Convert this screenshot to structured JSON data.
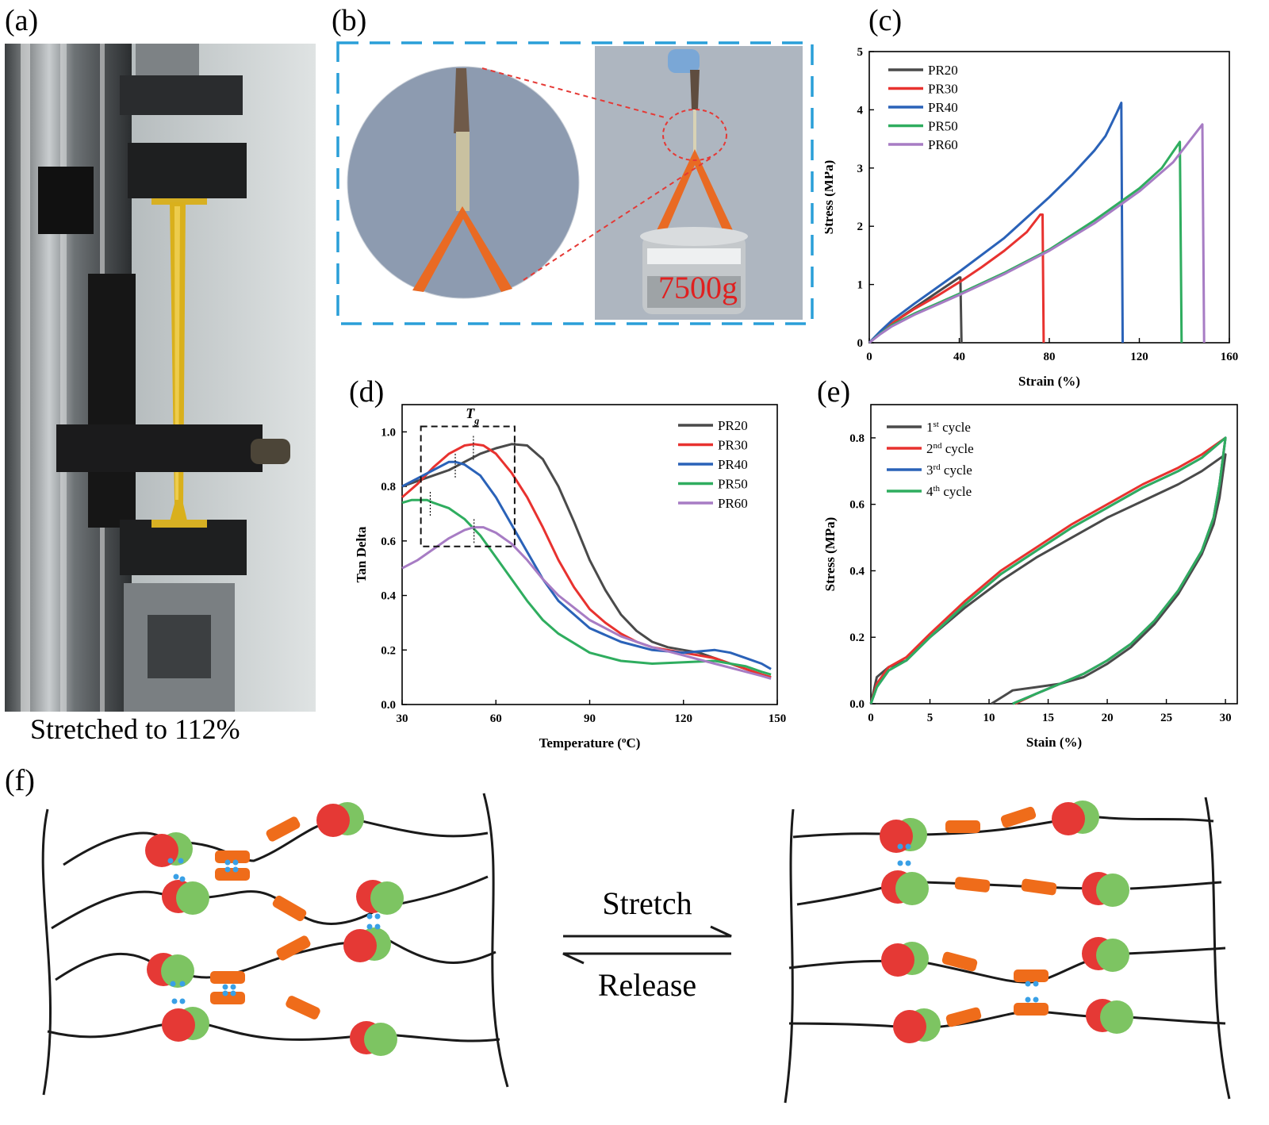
{
  "panels": {
    "a": "(a)",
    "b": "(b)",
    "c": "(c)",
    "d": "(d)",
    "e": "(e)",
    "f": "(f)"
  },
  "panel_a": {
    "caption": "Stretched to 112%"
  },
  "panel_b": {
    "weight_label": "7500g"
  },
  "panel_f": {
    "stretch_label": "Stretch",
    "release_label": "Release"
  },
  "colors": {
    "PR20": "#4a4a4a",
    "PR30": "#e8322f",
    "PR40": "#2a62b8",
    "PR50": "#2fad5f",
    "PR60": "#a77cc4",
    "chain": "#1a1a1a",
    "bead_red": "#e53935",
    "bead_green": "#7dc462",
    "link_orange": "#ef6c1a",
    "hbond_blue": "#39a0e6",
    "dashed_box": "#2a9fd8"
  },
  "chart_data": [
    {
      "id": "c",
      "type": "line",
      "xlabel": "Strain (%)",
      "ylabel": "Stress (MPa)",
      "xlim": [
        0,
        160
      ],
      "ylim": [
        0,
        5
      ],
      "xticks": [
        0,
        40,
        80,
        120,
        160
      ],
      "yticks": [
        0,
        1,
        2,
        3,
        4,
        5
      ],
      "legend": "top-left",
      "series": [
        {
          "name": "PR20",
          "x": [
            0,
            5,
            10,
            20,
            30,
            40,
            40.5,
            41
          ],
          "y": [
            0,
            0.18,
            0.33,
            0.6,
            0.86,
            1.12,
            1.12,
            0
          ]
        },
        {
          "name": "PR30",
          "x": [
            0,
            5,
            10,
            20,
            30,
            40,
            50,
            60,
            70,
            76,
            77,
            77.5
          ],
          "y": [
            0,
            0.18,
            0.33,
            0.58,
            0.8,
            1.04,
            1.3,
            1.58,
            1.9,
            2.2,
            2.2,
            0
          ]
        },
        {
          "name": "PR40",
          "x": [
            0,
            5,
            10,
            20,
            40,
            60,
            80,
            90,
            100,
            105,
            110,
            112,
            112.6
          ],
          "y": [
            0,
            0.2,
            0.38,
            0.67,
            1.22,
            1.8,
            2.5,
            2.88,
            3.3,
            3.55,
            3.95,
            4.12,
            0
          ]
        },
        {
          "name": "PR50",
          "x": [
            0,
            5,
            10,
            20,
            40,
            60,
            80,
            100,
            120,
            130,
            138,
            138.8
          ],
          "y": [
            0,
            0.16,
            0.3,
            0.5,
            0.84,
            1.2,
            1.6,
            2.1,
            2.65,
            3.0,
            3.45,
            0
          ]
        },
        {
          "name": "PR60",
          "x": [
            0,
            5,
            10,
            20,
            40,
            60,
            80,
            100,
            120,
            135,
            148,
            148.8
          ],
          "y": [
            0,
            0.15,
            0.28,
            0.48,
            0.82,
            1.18,
            1.58,
            2.05,
            2.6,
            3.1,
            3.75,
            0
          ]
        }
      ]
    },
    {
      "id": "d",
      "type": "line",
      "xlabel": "Temperature (°C)",
      "xlabel_prefix": "Temperature (",
      "xlabel_degree": "o",
      "xlabel_suffix": "C)",
      "ylabel": "Tan Delta",
      "xlim": [
        30,
        150
      ],
      "ylim": [
        0,
        1.1
      ],
      "xticks": [
        30,
        60,
        90,
        120,
        150
      ],
      "yticks": [
        0.0,
        0.2,
        0.4,
        0.6,
        0.8,
        1.0
      ],
      "legend": "top-right",
      "annotation": {
        "text": "T",
        "subscript": "g"
      },
      "series": [
        {
          "name": "PR20",
          "x": [
            30,
            35,
            40,
            45,
            50,
            55,
            60,
            65,
            70,
            75,
            80,
            85,
            90,
            95,
            100,
            105,
            110,
            115,
            120,
            125,
            130,
            135,
            140,
            145,
            148
          ],
          "y": [
            0.8,
            0.82,
            0.84,
            0.86,
            0.89,
            0.92,
            0.94,
            0.955,
            0.95,
            0.9,
            0.8,
            0.67,
            0.53,
            0.42,
            0.33,
            0.27,
            0.23,
            0.21,
            0.2,
            0.19,
            0.17,
            0.15,
            0.13,
            0.11,
            0.1
          ]
        },
        {
          "name": "PR30",
          "x": [
            30,
            35,
            40,
            45,
            50,
            53,
            56,
            60,
            65,
            70,
            75,
            80,
            85,
            90,
            95,
            100,
            105,
            110,
            115,
            120,
            125,
            130,
            135,
            140,
            145,
            148
          ],
          "y": [
            0.76,
            0.81,
            0.87,
            0.92,
            0.95,
            0.955,
            0.95,
            0.92,
            0.85,
            0.76,
            0.65,
            0.53,
            0.43,
            0.35,
            0.3,
            0.26,
            0.23,
            0.21,
            0.2,
            0.19,
            0.18,
            0.17,
            0.15,
            0.13,
            0.11,
            0.1
          ]
        },
        {
          "name": "PR40",
          "x": [
            30,
            35,
            40,
            45,
            47,
            50,
            55,
            60,
            65,
            70,
            75,
            80,
            90,
            100,
            110,
            120,
            130,
            135,
            140,
            145,
            148
          ],
          "y": [
            0.8,
            0.83,
            0.86,
            0.89,
            0.89,
            0.88,
            0.84,
            0.76,
            0.66,
            0.56,
            0.46,
            0.38,
            0.28,
            0.23,
            0.2,
            0.19,
            0.2,
            0.19,
            0.17,
            0.15,
            0.13
          ]
        },
        {
          "name": "PR50",
          "x": [
            30,
            33,
            35,
            38,
            40,
            45,
            50,
            55,
            60,
            65,
            70,
            75,
            80,
            90,
            100,
            110,
            120,
            130,
            135,
            140,
            145,
            148
          ],
          "y": [
            0.74,
            0.75,
            0.75,
            0.75,
            0.74,
            0.72,
            0.68,
            0.62,
            0.54,
            0.46,
            0.38,
            0.31,
            0.26,
            0.19,
            0.16,
            0.15,
            0.155,
            0.16,
            0.15,
            0.14,
            0.12,
            0.11
          ]
        },
        {
          "name": "PR60",
          "x": [
            30,
            35,
            40,
            45,
            50,
            53,
            56,
            60,
            65,
            70,
            75,
            80,
            90,
            100,
            110,
            120,
            130,
            140,
            145,
            148
          ],
          "y": [
            0.5,
            0.53,
            0.57,
            0.61,
            0.64,
            0.65,
            0.65,
            0.63,
            0.59,
            0.53,
            0.46,
            0.4,
            0.31,
            0.25,
            0.21,
            0.18,
            0.15,
            0.12,
            0.105,
            0.095
          ]
        }
      ]
    },
    {
      "id": "e",
      "type": "line",
      "xlabel": "Stain (%)",
      "ylabel": "Stress (MPa)",
      "xlim": [
        0,
        31
      ],
      "ylim": [
        0,
        0.9
      ],
      "xticks": [
        0,
        5,
        10,
        15,
        20,
        25,
        30
      ],
      "yticks": [
        0.0,
        0.2,
        0.4,
        0.6,
        0.8
      ],
      "legend": "top-left",
      "series": [
        {
          "name": "1st cycle",
          "base": "1",
          "sup": "st",
          "label_tail": " cycle",
          "x": [
            0,
            0.5,
            1.5,
            3,
            5,
            8,
            11,
            14,
            17,
            20,
            23,
            26,
            28,
            30,
            29.5,
            29,
            28,
            26,
            24,
            22,
            20,
            18,
            16,
            14,
            12,
            10.2
          ],
          "y": [
            0,
            0.08,
            0.11,
            0.13,
            0.2,
            0.29,
            0.37,
            0.44,
            0.5,
            0.56,
            0.61,
            0.66,
            0.7,
            0.75,
            0.62,
            0.54,
            0.45,
            0.33,
            0.24,
            0.17,
            0.12,
            0.08,
            0.06,
            0.05,
            0.04,
            0
          ]
        },
        {
          "name": "2nd cycle",
          "base": "2",
          "sup": "nd",
          "label_tail": " cycle",
          "x": [
            0,
            0.5,
            1.5,
            3,
            5,
            8,
            11,
            14,
            17,
            20,
            23,
            26,
            28,
            30,
            29.5,
            29,
            28,
            26,
            24,
            22,
            20,
            18,
            16,
            14,
            12.2
          ],
          "y": [
            0,
            0.06,
            0.11,
            0.14,
            0.21,
            0.31,
            0.4,
            0.47,
            0.54,
            0.6,
            0.66,
            0.71,
            0.75,
            0.8,
            0.66,
            0.56,
            0.46,
            0.34,
            0.25,
            0.18,
            0.13,
            0.09,
            0.06,
            0.03,
            0
          ]
        },
        {
          "name": "3rd cycle",
          "base": "3",
          "sup": "rd",
          "label_tail": " cycle",
          "x": [
            0,
            0.5,
            1.5,
            3,
            5,
            8,
            11,
            14,
            17,
            20,
            23,
            26,
            28,
            30,
            29.5,
            29,
            28,
            26,
            24,
            22,
            20,
            18,
            16,
            14,
            12
          ],
          "y": [
            0,
            0.05,
            0.1,
            0.13,
            0.2,
            0.3,
            0.39,
            0.46,
            0.53,
            0.59,
            0.65,
            0.7,
            0.74,
            0.8,
            0.66,
            0.56,
            0.46,
            0.34,
            0.25,
            0.18,
            0.13,
            0.09,
            0.06,
            0.03,
            0
          ]
        },
        {
          "name": "4th cycle",
          "base": "4",
          "sup": "th",
          "label_tail": " cycle",
          "x": [
            0,
            0.5,
            1.5,
            3,
            5,
            8,
            11,
            14,
            17,
            20,
            23,
            26,
            28,
            30,
            29.5,
            29,
            28,
            26,
            24,
            22,
            20,
            18,
            16,
            14,
            12
          ],
          "y": [
            0,
            0.05,
            0.1,
            0.13,
            0.2,
            0.3,
            0.39,
            0.46,
            0.53,
            0.59,
            0.65,
            0.7,
            0.74,
            0.8,
            0.66,
            0.56,
            0.46,
            0.34,
            0.25,
            0.18,
            0.13,
            0.09,
            0.06,
            0.03,
            0
          ]
        }
      ]
    }
  ]
}
